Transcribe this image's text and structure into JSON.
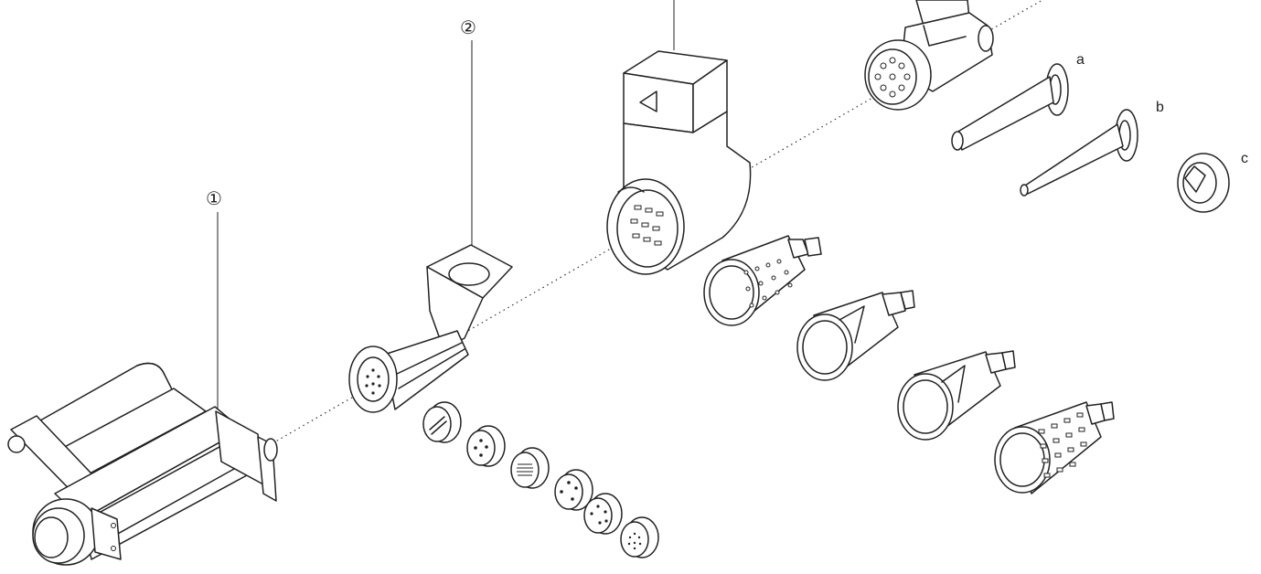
{
  "diagram": {
    "callouts": [
      {
        "id": "1",
        "text": "①"
      },
      {
        "id": "2",
        "text": "②"
      }
    ],
    "part_labels": [
      {
        "id": "a",
        "text": "a"
      },
      {
        "id": "b",
        "text": "b"
      },
      {
        "id": "c",
        "text": "c"
      }
    ]
  }
}
